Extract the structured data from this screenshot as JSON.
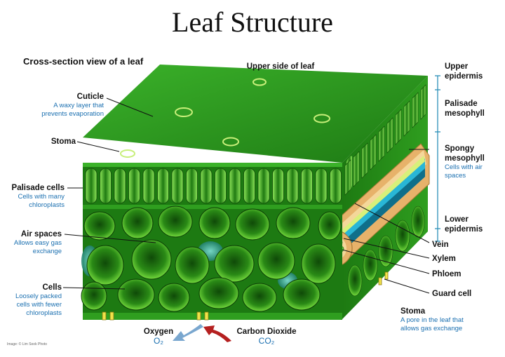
{
  "title": "Leaf Structure",
  "subtitle": "Cross-section view of a leaf",
  "top_label": "Upper side of leaf",
  "left_labels": [
    {
      "name": "Cuticle",
      "desc": "A waxy layer that prevents evaporation"
    },
    {
      "name": "Stoma",
      "desc": ""
    },
    {
      "name": "Palisade cells",
      "desc": "Cells with many chloroplasts"
    },
    {
      "name": "Air spaces",
      "desc": "Allows easy gas exchange"
    },
    {
      "name": "Cells",
      "desc": "Loosely packed cells with fewer chloroplasts"
    }
  ],
  "right_labels": [
    {
      "name": "Upper epidermis",
      "desc": ""
    },
    {
      "name": "Palisade mesophyll",
      "desc": ""
    },
    {
      "name": "Spongy mesophyll",
      "desc": "Cells with air spaces"
    },
    {
      "name": "Lower epidermis",
      "desc": ""
    },
    {
      "name": "Vein",
      "desc": ""
    },
    {
      "name": "Xylem",
      "desc": ""
    },
    {
      "name": "Phloem",
      "desc": ""
    },
    {
      "name": "Guard cell",
      "desc": ""
    },
    {
      "name": "Stoma",
      "desc": "A pore in the leaf that allows gas exchange"
    }
  ],
  "gases": {
    "oxygen_label": "Oxygen",
    "oxygen_formula": "O₂",
    "co2_label": "Carbon Dioxide",
    "co2_formula": "CO₂"
  },
  "credit": "Image: © Lim Sook Photo",
  "colors": {
    "leaf_top": "#2e9e1e",
    "leaf_dark": "#1b6d12",
    "cell_light": "#66d13c",
    "label_blue": "#1a6fb0",
    "oxygen_arrow": "#7aa7cf",
    "co2_arrow": "#b52020",
    "vein_tan": "#e7b26a",
    "xylem_cyan": "#29b6d6"
  }
}
